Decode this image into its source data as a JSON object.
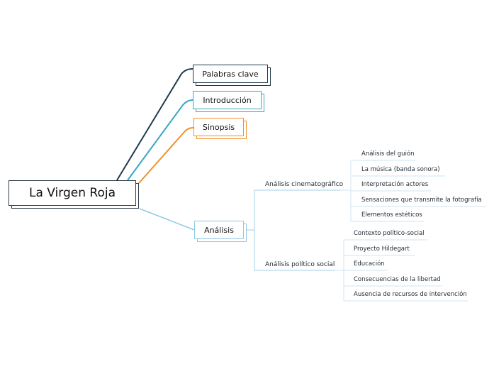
{
  "root": {
    "label": "La Virgen Roja"
  },
  "branches": [
    {
      "label": "Palabras clave",
      "color": "#1e3a4c"
    },
    {
      "label": "Introducción",
      "color": "#3aa6c4"
    },
    {
      "label": "Sinopsis",
      "color": "#f0922b"
    },
    {
      "label": "Análisis",
      "color": "#8fcbe3",
      "children": [
        {
          "label": "Análisis cinematográfico",
          "children": [
            "Análisis del guión",
            "La música (banda sonora)",
            "Interpretación actores",
            "Sensaciones que transmite la fotografía",
            "Elementos estéticos"
          ]
        },
        {
          "label": "Análisis político social",
          "children": [
            "Contexto político-social",
            "Proyecto Hildegart",
            "Educación",
            "Consecuencias de la libertad",
            "Ausencia de recursos de intervención"
          ]
        }
      ]
    }
  ]
}
